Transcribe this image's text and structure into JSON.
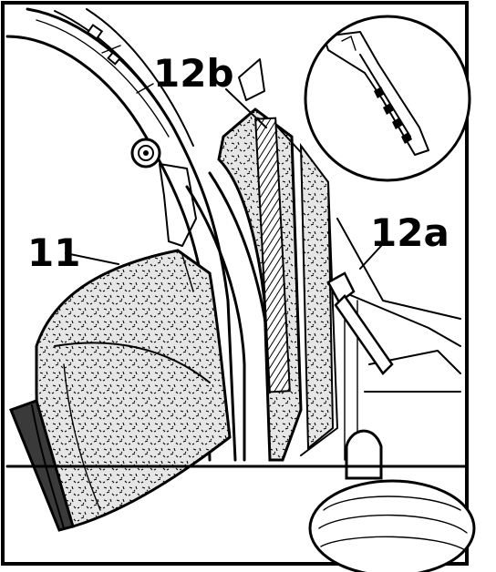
{
  "labels": {
    "part_11": "11",
    "part_12a": "12a",
    "part_12b": "12b"
  },
  "colors": {
    "ink": "#000000",
    "paper": "#ffffff",
    "foam": "#d9d9d9",
    "rubber": "#3a3a3a"
  }
}
